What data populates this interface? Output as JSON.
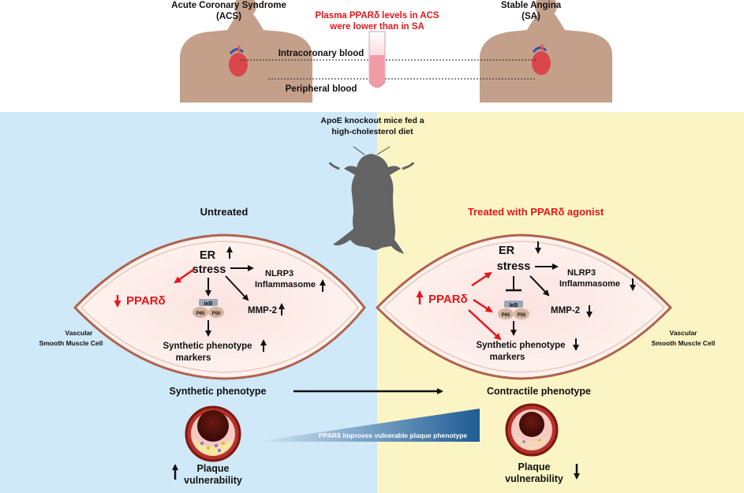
{
  "header": {
    "acs_title": [
      "Acute Coronary Syndrome",
      "(ACS)"
    ],
    "sa_title": [
      "Stable Angina",
      "(SA)"
    ],
    "finding": [
      "Plasma PPARδ levels in ACS",
      "were lower than in SA"
    ],
    "intracoronary_label": "Intracoronary blood",
    "peripheral_label": "Peripheral blood"
  },
  "mouse": {
    "caption": [
      "ApoE knockout mice fed a",
      "high-cholesterol diet"
    ]
  },
  "left_panel": {
    "title": "Untreated",
    "er": "ER",
    "stress": "stress",
    "ppar": "PPARδ",
    "nlrp3": "NLRP3",
    "inflammasome": "Inflammasome",
    "ikb": "IκB",
    "p65": "P65",
    "p50": "P50",
    "mmp2": "MMP-2",
    "synthetic_markers": [
      "Synthetic phenotype",
      "markers"
    ],
    "cell_label": [
      "Vascular",
      "Smooth  Muscle Cell"
    ],
    "phenotype": "Synthetic phenotype",
    "plaque": [
      "Plaque",
      "vulnerability"
    ]
  },
  "right_panel": {
    "title": "Treated with PPARδ agonist",
    "er": "ER",
    "stress": "stress",
    "ppar": "PPARδ",
    "nlrp3": "NLRP3",
    "inflammasome": "Inflammasome",
    "ikb": "IκB",
    "p65": "P65",
    "p50": "P50",
    "mmp2": "MMP-2",
    "synthetic_markers": [
      "Synthetic phenotype",
      "markers"
    ],
    "cell_label": [
      "Vascular",
      "Smooth Muscle Cell"
    ],
    "phenotype": "Contractile phenotype",
    "plaque": [
      "Plaque",
      "vulnerability"
    ]
  },
  "wedge_label": "PPARδ improves vulnerable plaque phenotype",
  "colors": {
    "left_bg": "#cfe9f8",
    "right_bg": "#fbf5c5",
    "accent_red": "#e3171c",
    "skin": "#c4a08a",
    "cell_outline": "#b0624e",
    "wedge_dark": "#1f5c95"
  }
}
